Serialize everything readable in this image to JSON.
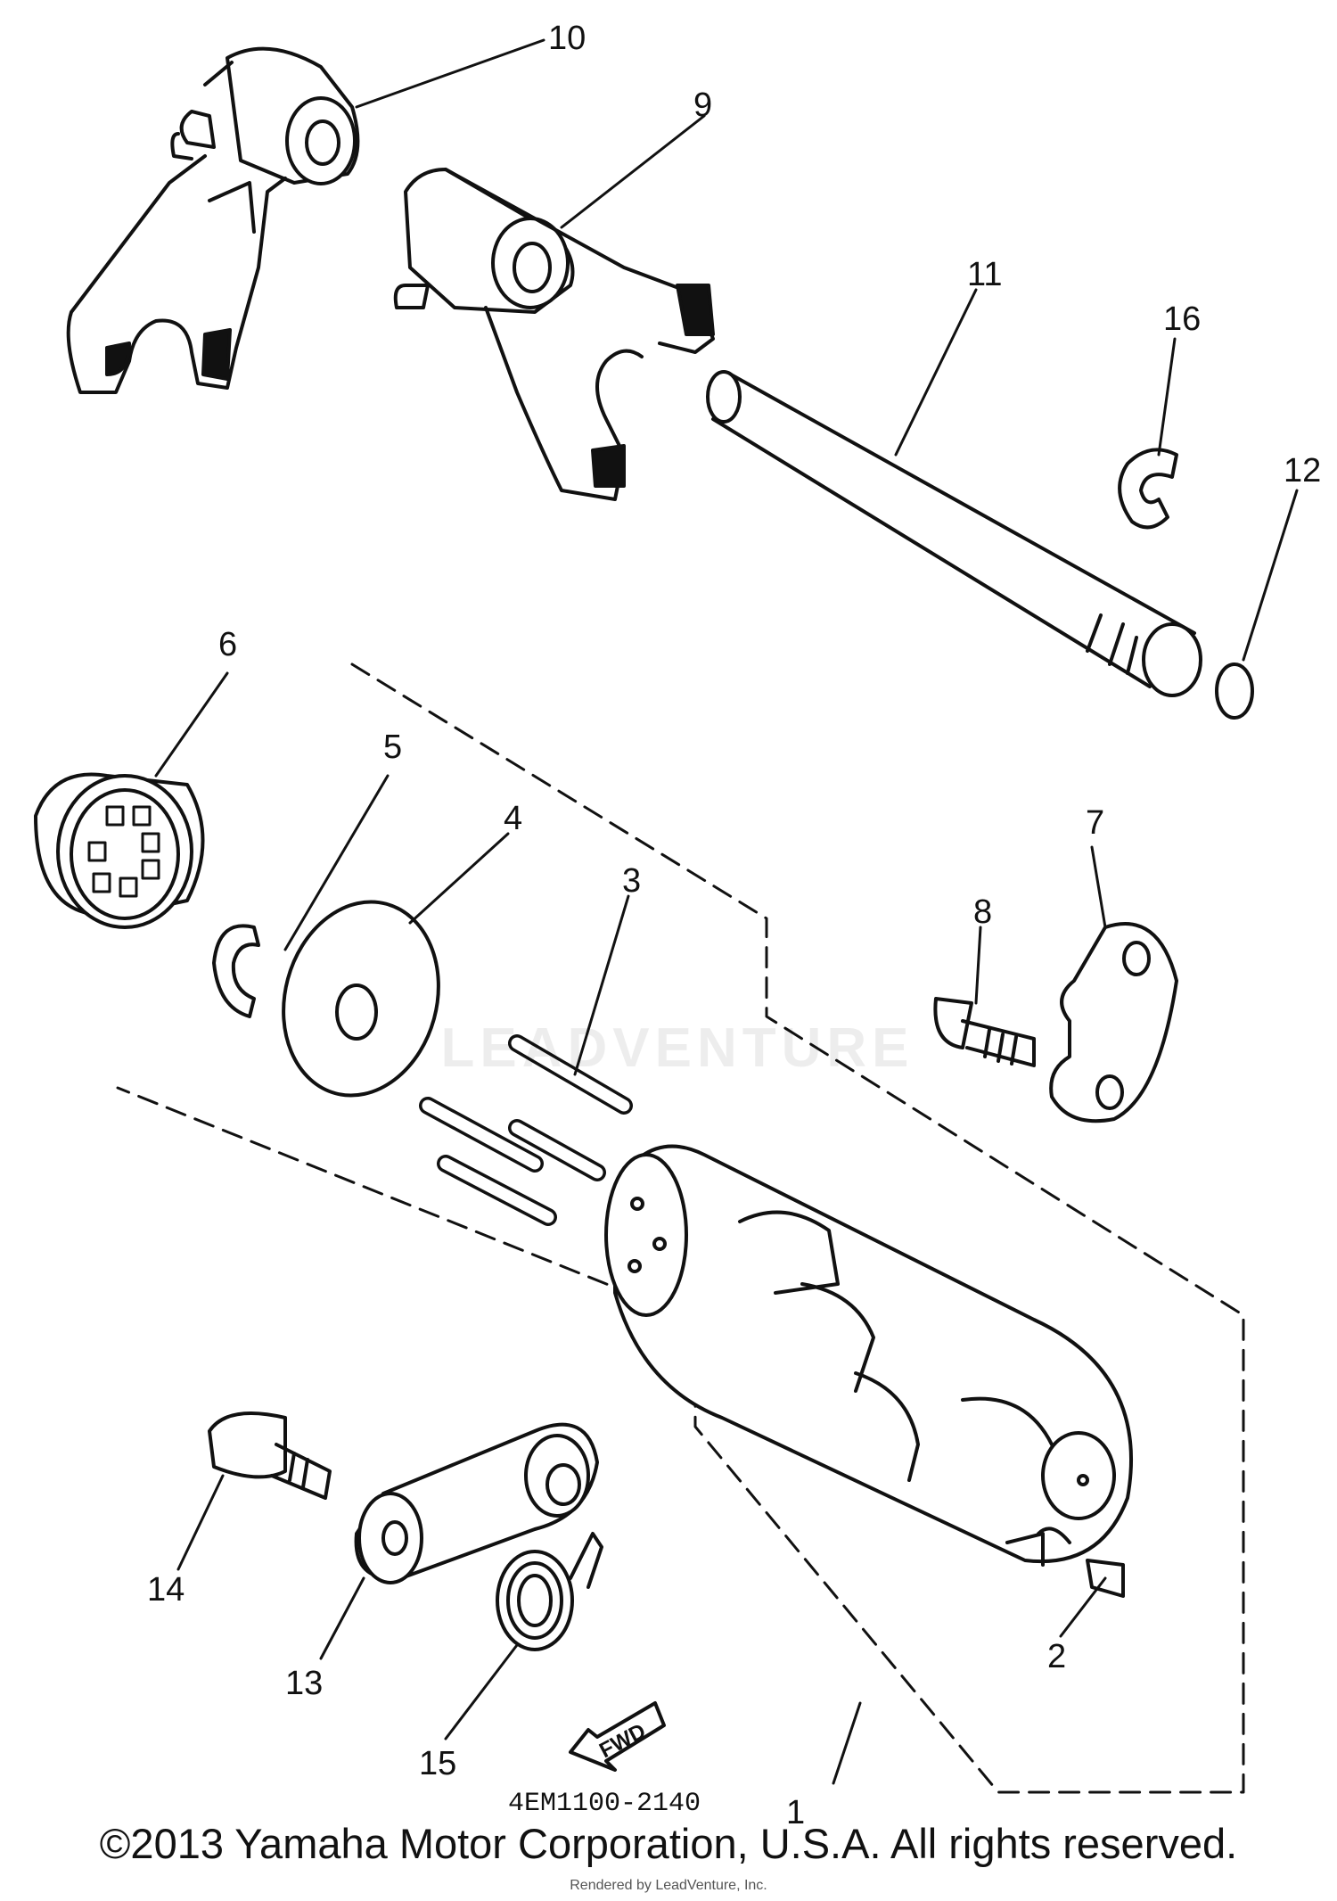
{
  "diagram": {
    "drawing_code": "4EM1100-2140",
    "copyright": "©2013 Yamaha Motor Corporation, U.S.A. All rights reserved.",
    "credit": "Rendered by LeadVenture, Inc.",
    "watermark": "LEADVENTURE",
    "direction_label": "FWD",
    "callouts": {
      "c1": "1",
      "c2": "2",
      "c3": "3",
      "c4": "4",
      "c5": "5",
      "c6": "6",
      "c7": "7",
      "c8": "8",
      "c9": "9",
      "c10": "10",
      "c11": "11",
      "c12": "12",
      "c13": "13",
      "c14": "14",
      "c15": "15",
      "c16": "16"
    }
  }
}
